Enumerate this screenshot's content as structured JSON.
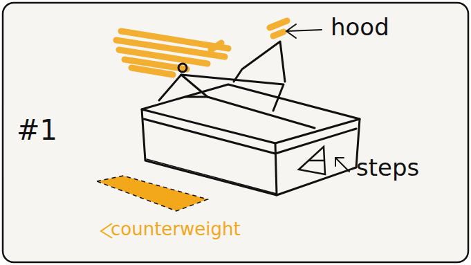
{
  "diagram": {
    "labels": [
      "#1",
      "hood",
      "steps",
      "counterweight"
    ]
  }
}
